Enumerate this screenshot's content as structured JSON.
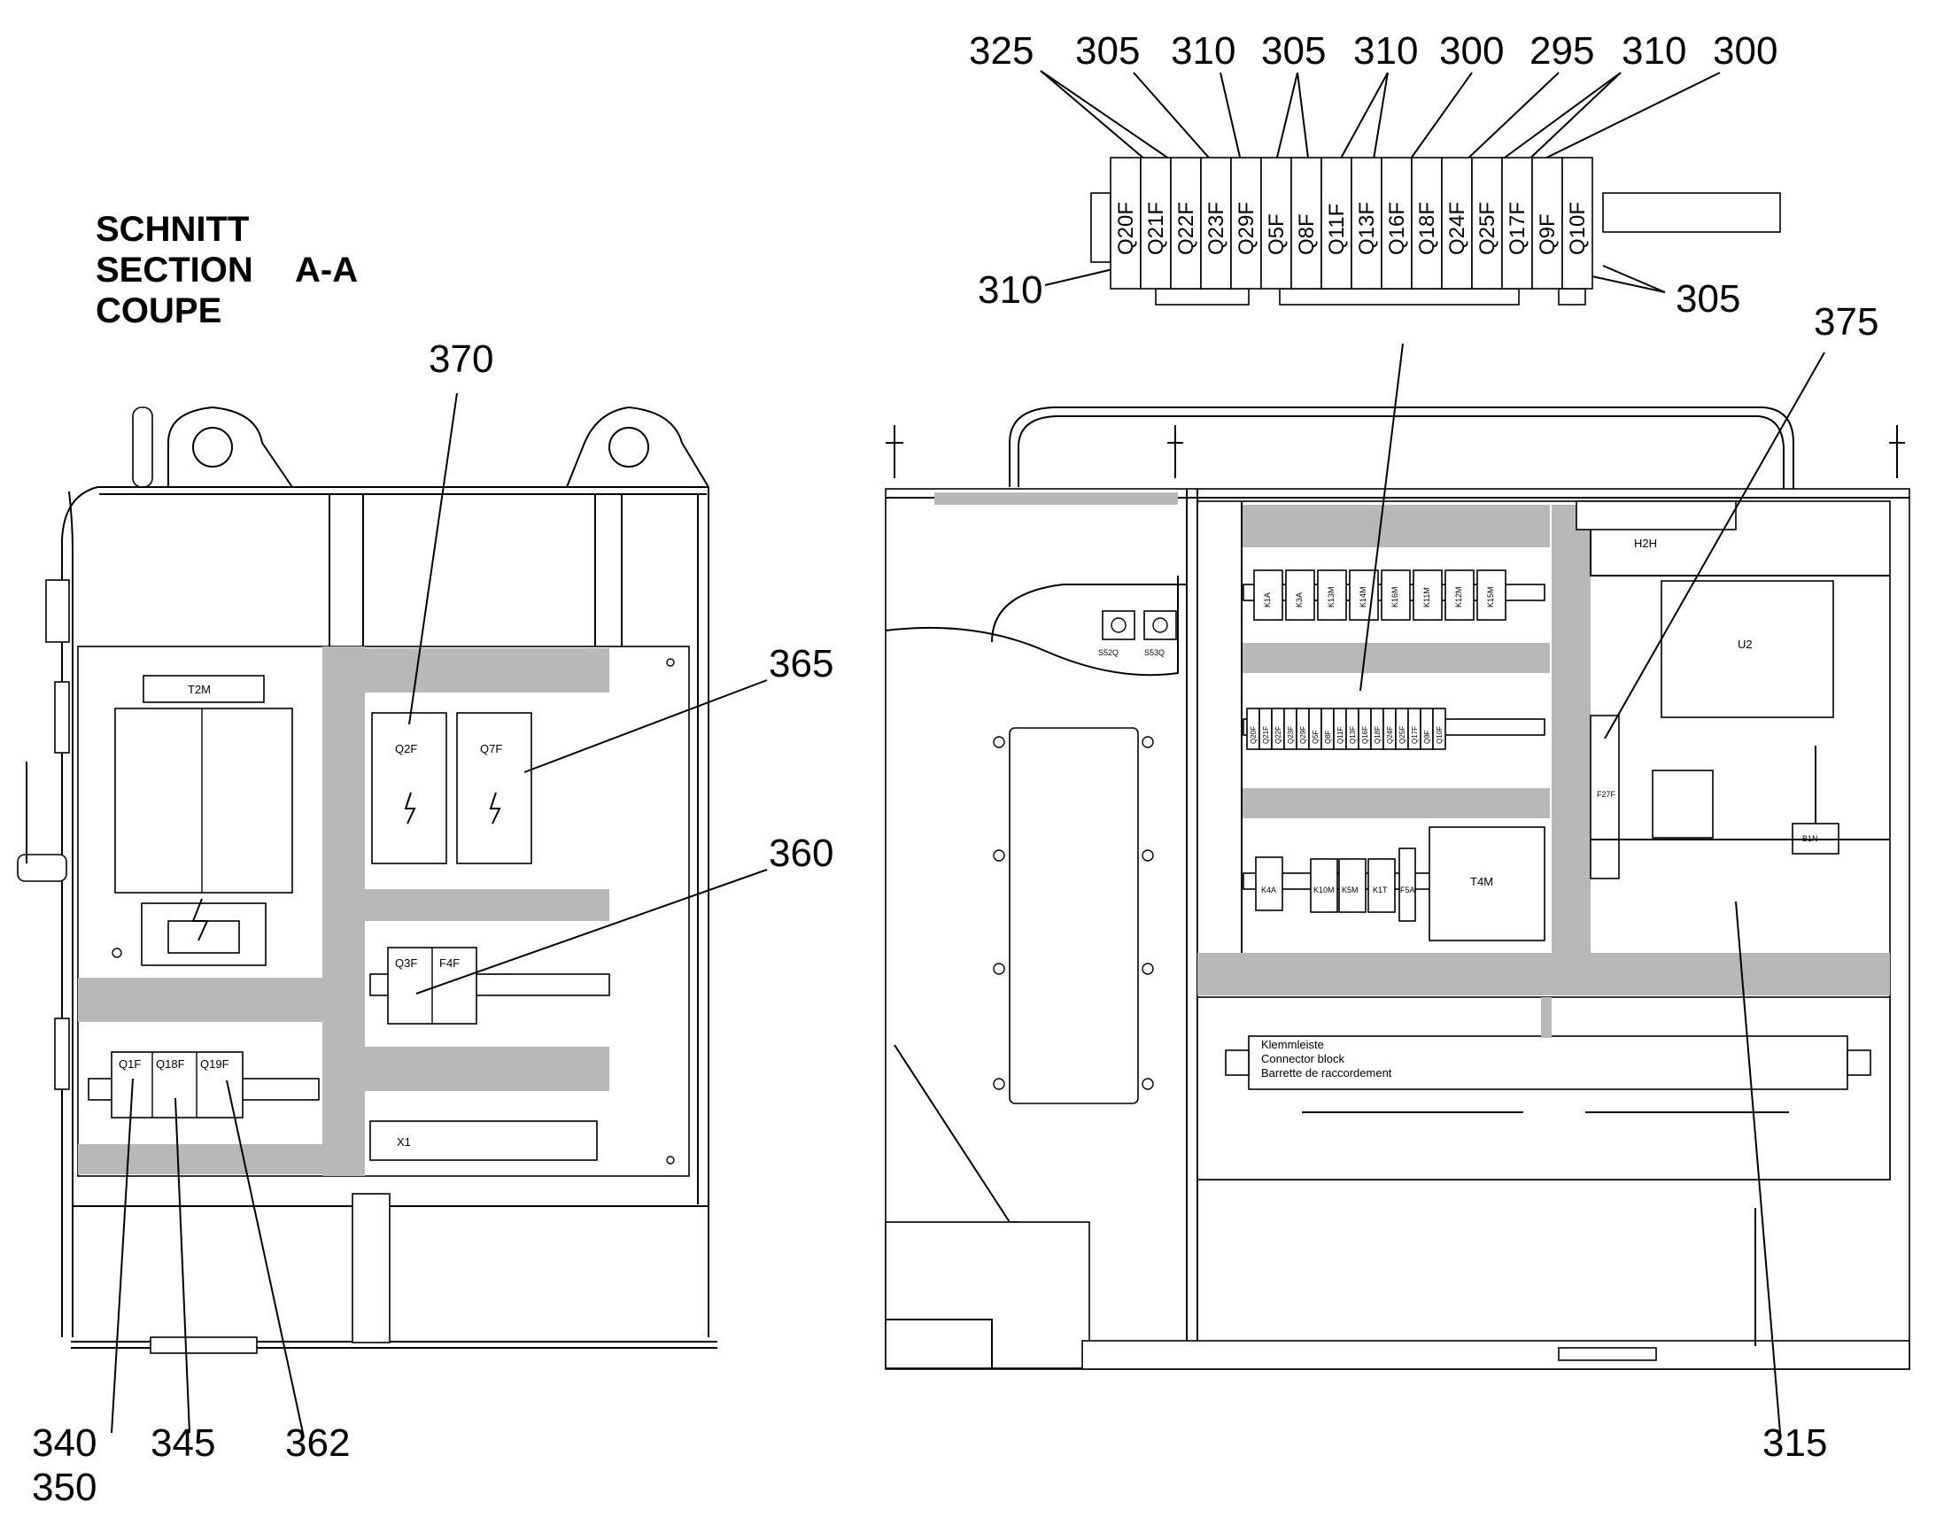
{
  "section_title": [
    "SCHNITT",
    "SECTION",
    "A-A",
    "COUPE"
  ],
  "callouts_top": [
    "325",
    "305",
    "310",
    "305",
    "310",
    "300",
    "295",
    "310",
    "300"
  ],
  "callouts": {
    "c310_left": "310",
    "c305_right": "305",
    "c375": "375",
    "c370": "370",
    "c365": "365",
    "c360": "360",
    "c340": "340",
    "c350": "350",
    "c345": "345",
    "c362": "362",
    "c315": "315"
  },
  "detail_modules": [
    "Q20F",
    "Q21F",
    "Q22F",
    "Q23F",
    "Q29F",
    "Q5F",
    "Q8F",
    "Q11F",
    "Q13F",
    "Q16F",
    "Q18F",
    "Q24F",
    "Q25F",
    "Q17F",
    "Q9F",
    "Q10F"
  ],
  "left_view": {
    "transformer": "T2M",
    "breakers_upper": [
      "Q2F",
      "Q7F"
    ],
    "breakers_middle": [
      "Q3F",
      "F4F"
    ],
    "breakers_lower": [
      "Q1F",
      "Q18F",
      "Q19F"
    ],
    "terminal": "X1"
  },
  "right_view": {
    "switches": [
      "S52Q",
      "S53Q"
    ],
    "contactors_top": [
      "K1A",
      "K3A",
      "K13M",
      "K14M",
      "K16M",
      "K11M",
      "K12M",
      "K15M"
    ],
    "contactors_bottom": [
      "K4A",
      "K10M",
      "K5M",
      "K1T",
      "F5A"
    ],
    "transformer": "T4M",
    "display": "H2H",
    "unit": "U2",
    "fuse": "F27F",
    "sensor": "B1N",
    "terminal_block": [
      "Klemmleiste",
      "Connector block",
      "Barrette de raccordement"
    ]
  }
}
